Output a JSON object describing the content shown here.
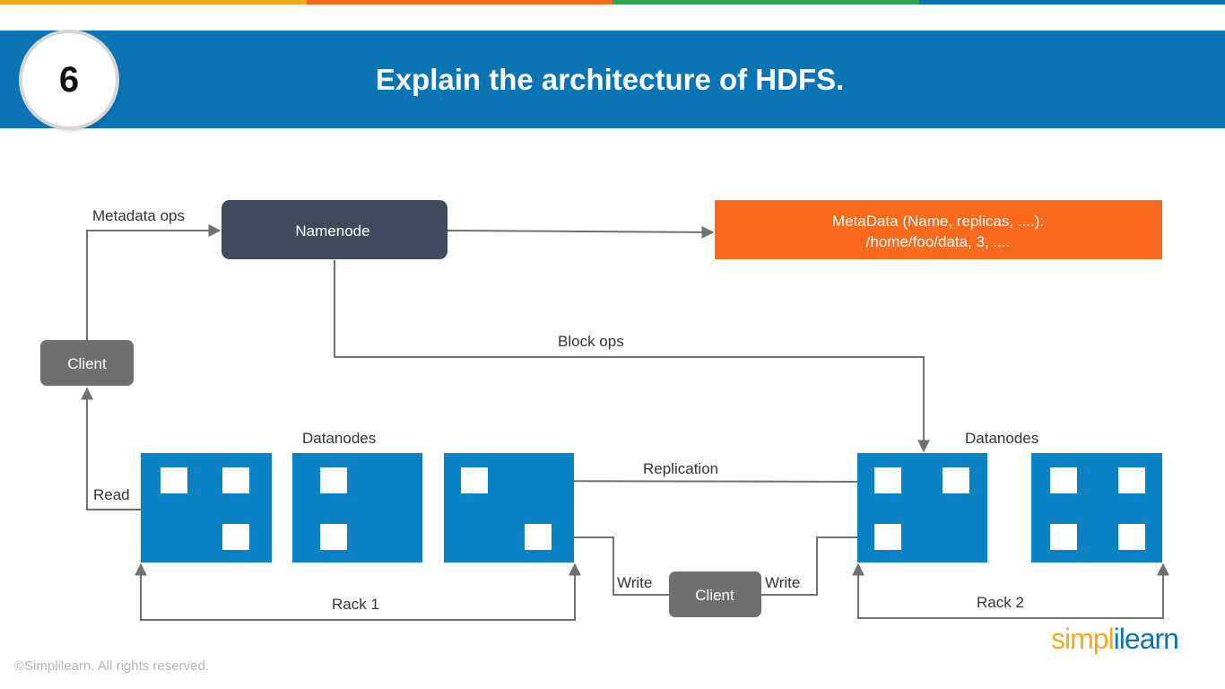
{
  "slide": {
    "number": "6",
    "title": "Explain the architecture of HDFS.",
    "copyright": "©Simplilearn. All rights reserved.",
    "logo": {
      "part1": "simpl",
      "sep": "i",
      "part2": "learn"
    }
  },
  "colors": {
    "header": "#0b74b5",
    "namenode": "#3f4a5c",
    "client": "#6f6f6f",
    "metadata": "#f96a1e",
    "datanode": "#0a82c3",
    "topbar": [
      "#f7a823",
      "#f96a1e",
      "#2ba24c",
      "#0b74b5"
    ]
  },
  "diagram": {
    "namenode": "Namenode",
    "metadata_line1": "MetaData (Name, replicas, ....):",
    "metadata_line2": "/home/foo/data, 3, ....",
    "client_left": "Client",
    "client_bottom": "Client",
    "metadata_ops": "Metadata ops",
    "block_ops": "Block ops",
    "datanodes_left": "Datanodes",
    "datanodes_right": "Datanodes",
    "replication": "Replication",
    "read": "Read",
    "write_left": "Write",
    "write_right": "Write",
    "rack1": "Rack 1",
    "rack2": "Rack 2"
  }
}
